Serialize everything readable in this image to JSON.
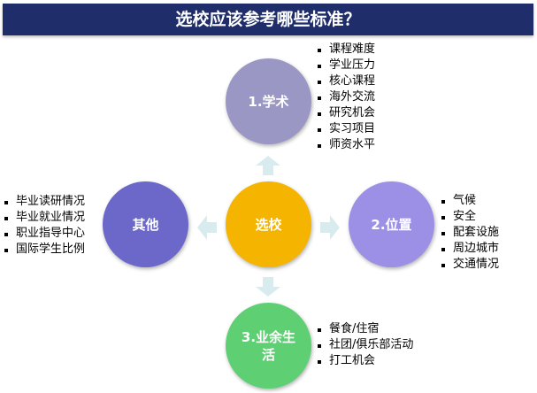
{
  "title": "选校应该参考哪些标准？",
  "center": {
    "label": "选校",
    "color": "#f4b400"
  },
  "nodes": {
    "academic": {
      "label": "1.学术",
      "color": "#9b97c4",
      "items": [
        "课程难度",
        "学业压力",
        "核心课程",
        "海外交流",
        "研究机会",
        "实习项目",
        "师资水平"
      ]
    },
    "location": {
      "label": "2.位置",
      "color": "#9b8fe6",
      "items": [
        "气候",
        "安全",
        "配套设施",
        "周边城市",
        "交通情况"
      ]
    },
    "life": {
      "label_line1": "3.业余生",
      "label_line2": "活",
      "color": "#5fcf74",
      "items": [
        "餐食/住宿",
        "社团/俱乐部活动",
        "打工机会"
      ]
    },
    "other": {
      "label": "其他",
      "color": "#6b68c9",
      "items": [
        "毕业读研情况",
        "毕业就业情况",
        "职业指导中心",
        "国际学生比例"
      ]
    }
  },
  "arrow_color": "#d8ecef",
  "title_bar_color": "#1f2d6b"
}
